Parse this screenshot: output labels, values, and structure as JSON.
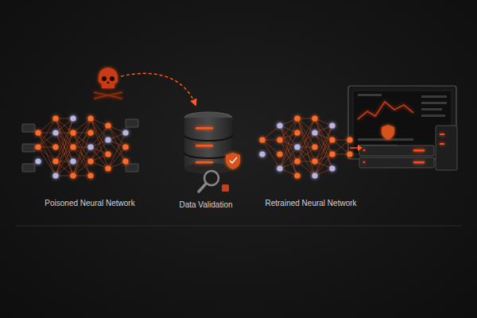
{
  "diagram": {
    "nodes": [
      {
        "text": [
          "Poisoned Neural Network"
        ]
      },
      {
        "text": [
          "Data Validation"
        ]
      },
      {
        "text": [
          "Retrained Neural Network"
        ]
      }
    ],
    "edges": [
      {
        "from": 0,
        "to": 1,
        "arrow": "to"
      },
      {
        "from": 1,
        "to": 2,
        "arrow": "to"
      }
    ]
  }
}
